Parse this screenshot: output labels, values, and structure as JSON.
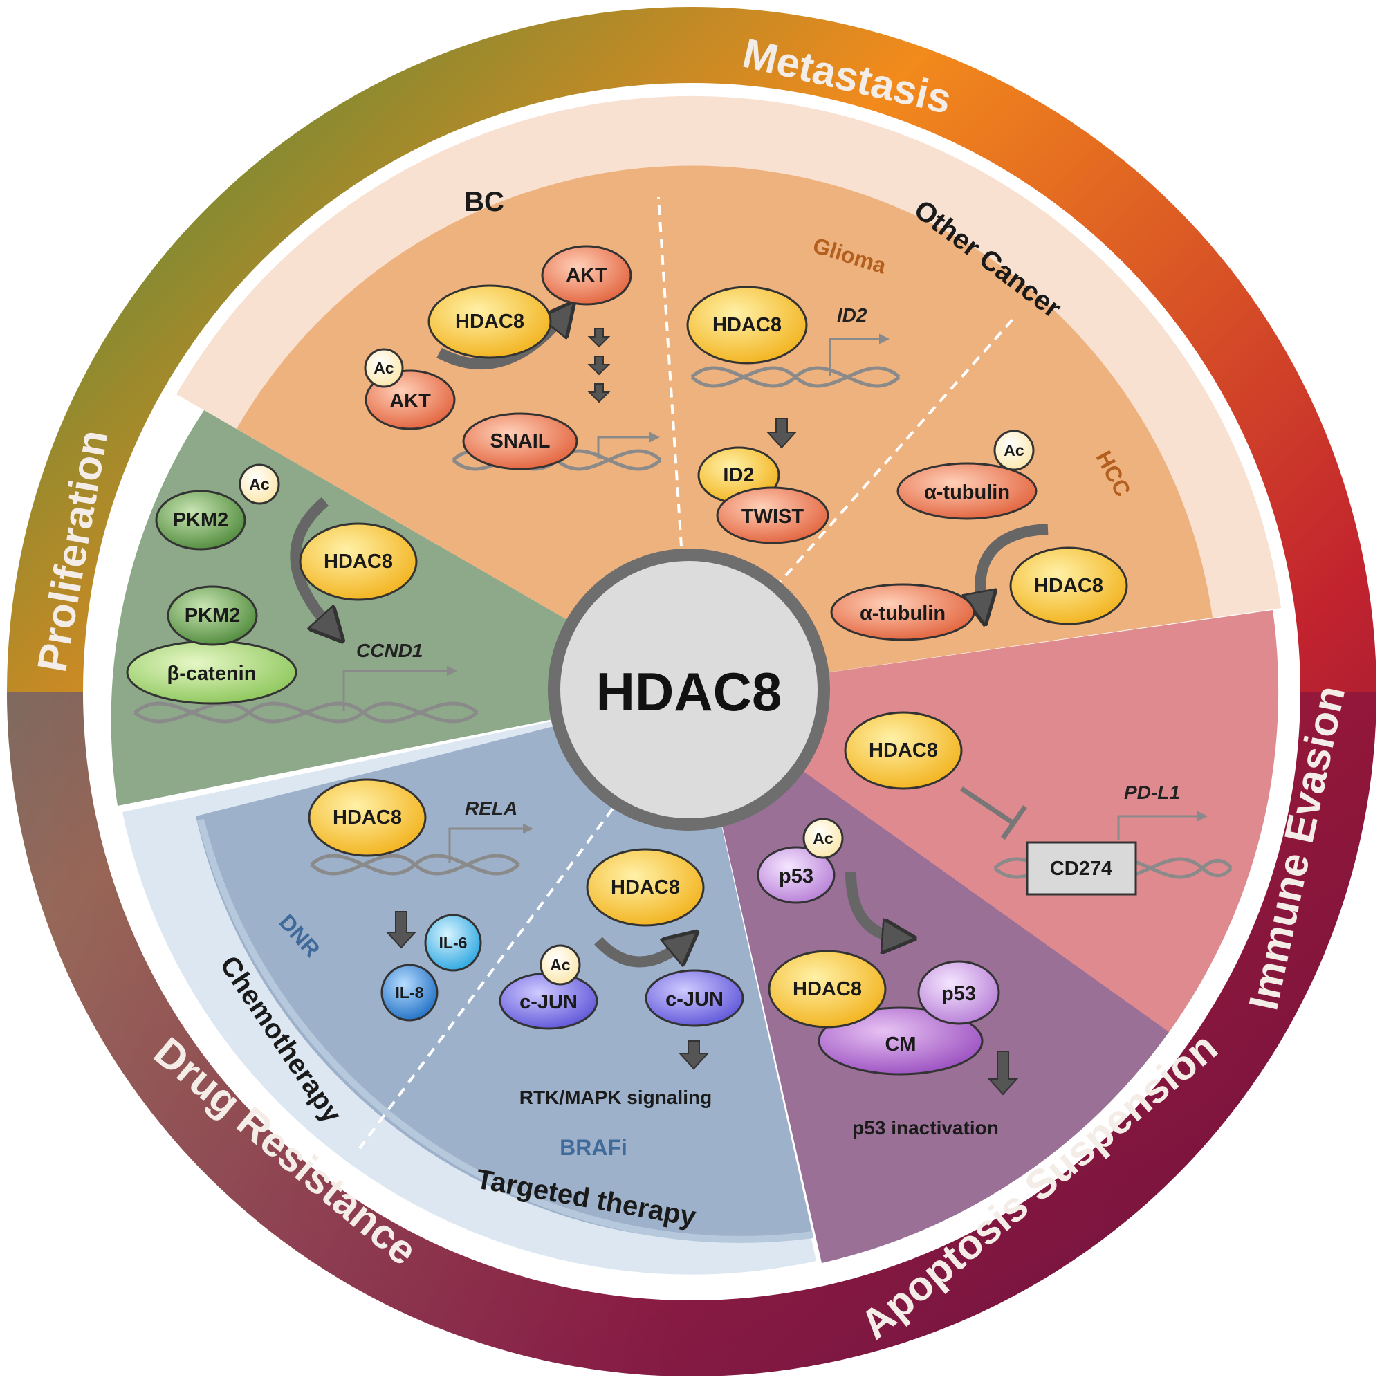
{
  "center": {
    "label": "HDAC8"
  },
  "ring": {
    "metastasis": "Metastasis",
    "proliferation": "Proliferation",
    "immune_evasion": "Immune Evasion",
    "apoptosis": "Apoptosis Suspension",
    "drug_resistance": "Drug Resistance"
  },
  "metastasis": {
    "bc_label": "BC",
    "other_label": "Other Cancer",
    "glioma_label": "Glioma",
    "hcc_label": "HCC",
    "bc": {
      "hdac8": "HDAC8",
      "akt": "AKT",
      "akt_ac": "AKT",
      "ac": "Ac",
      "snail": "SNAIL"
    },
    "glioma": {
      "hdac8": "HDAC8",
      "gene": "ID2",
      "id2": "ID2",
      "twist": "TWIST"
    },
    "hcc": {
      "tub_ac": "α-tubulin",
      "ac": "Ac",
      "hdac8": "HDAC8",
      "tub": "α-tubulin"
    }
  },
  "proliferation": {
    "pkm2_ac": "PKM2",
    "ac": "Ac",
    "hdac8": "HDAC8",
    "pkm2": "PKM2",
    "bcat": "β-catenin",
    "gene": "CCND1"
  },
  "immune": {
    "hdac8": "HDAC8",
    "cd274": "CD274",
    "gene": "PD-L1"
  },
  "apoptosis": {
    "p53_ac": "p53",
    "ac": "Ac",
    "hdac8": "HDAC8",
    "p53": "p53",
    "cm": "CM",
    "caption": "p53 inactivation"
  },
  "drug": {
    "chemo_label": "Chemotherapy",
    "targeted_label": "Targeted therapy",
    "dnr_label": "DNR",
    "brafi_label": "BRAFi",
    "chemo": {
      "hdac8": "HDAC8",
      "gene": "RELA",
      "il6": "IL-6",
      "il8": "IL-8"
    },
    "targeted": {
      "hdac8": "HDAC8",
      "cjun_ac": "c-JUN",
      "ac": "Ac",
      "cjun": "c-JUN",
      "caption": "RTK/MAPK signaling"
    }
  },
  "colors": {
    "metastasis_ring": "#f28a1c",
    "metastasis_band": "#f8e1d1",
    "metastasis_fill": "#eeb27f",
    "proliferation_fill": "#8ea98a",
    "immune_fill": "#de8a8f",
    "apoptosis_fill": "#9a7096",
    "drug_band": "#dce7f2",
    "drug_fill": "#9eb1ca",
    "node_yellow": "#f7c230",
    "node_red": "#ea7a55",
    "node_green": "#6a9e52",
    "node_purple": "#cfa6e0",
    "node_blue": "#7d74e6"
  }
}
